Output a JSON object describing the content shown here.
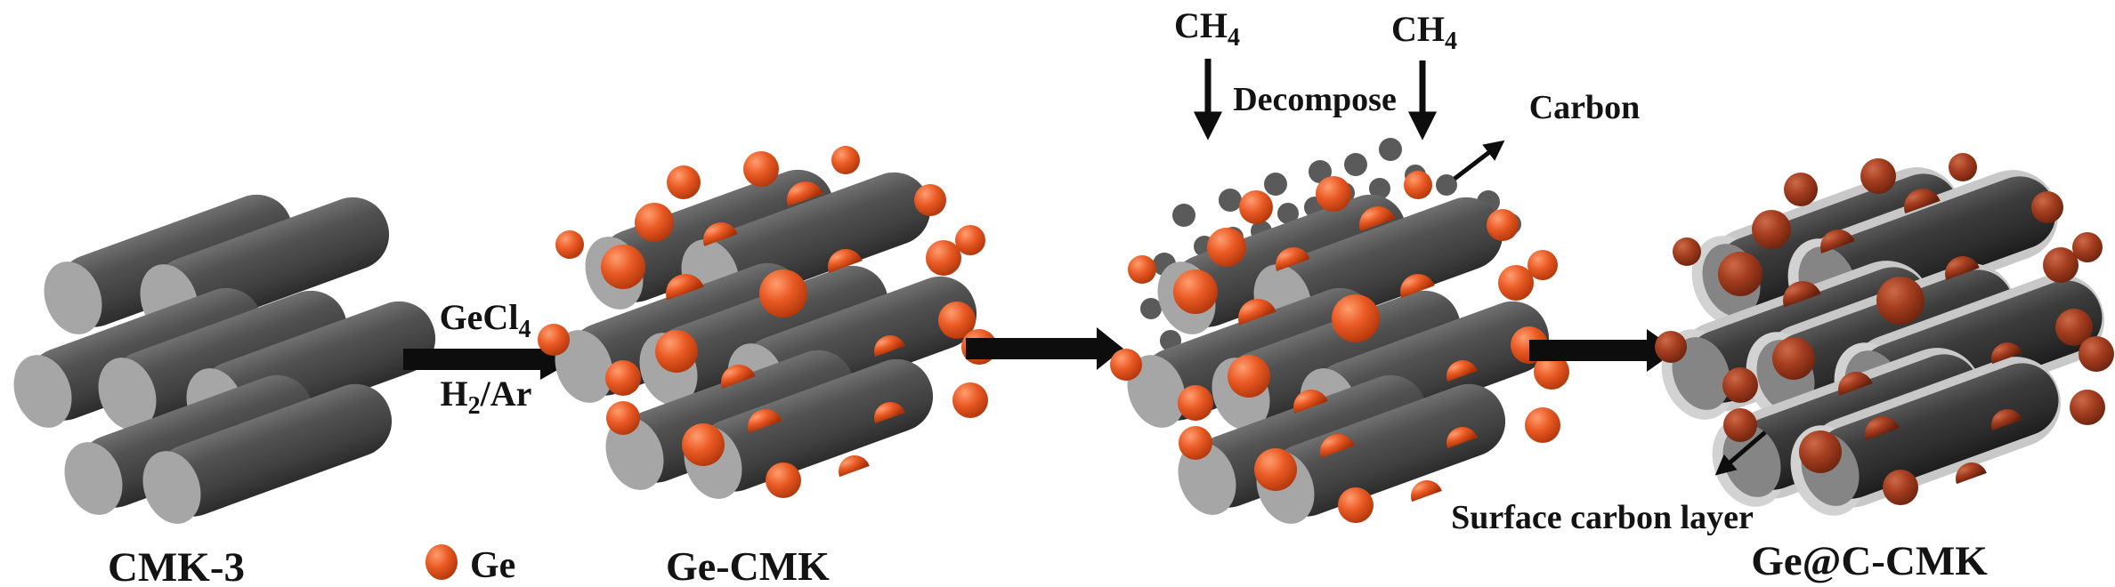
{
  "figure": {
    "type": "materials-synthesis-scheme",
    "stages": {
      "stage1_label": "CMK-3",
      "stage2_label": "Ge-CMK",
      "stage3_label": "Ge@C-CMK"
    },
    "legend": {
      "symbol": "ge-sphere",
      "label": "Ge",
      "color": "#e4521f"
    },
    "reaction1": {
      "above_main": "GeCl",
      "above_sub": "4",
      "below_main": "H",
      "below_sub": "2",
      "below_post": "/Ar"
    },
    "gas_feed": {
      "ch4_main": "CH",
      "ch4_sub": "4",
      "decompose_label": "Decompose",
      "carbon_label": "Carbon"
    },
    "coating": {
      "surface_label": "Surface carbon layer"
    },
    "colors": {
      "background": "#ffffff",
      "rod_body": "#4a4a4a",
      "rod_cap": "#a6a6a6",
      "rod_body_dark": "#343434",
      "rod_cap_dark": "#858585",
      "ge_orange": "#e4521f",
      "ge_dark_red": "#9e3419",
      "carbon_dot": "#5a5a5a",
      "carbon_layer": "#c8c8c8",
      "arrow": "#0d0d0d",
      "text": "#131313"
    }
  }
}
